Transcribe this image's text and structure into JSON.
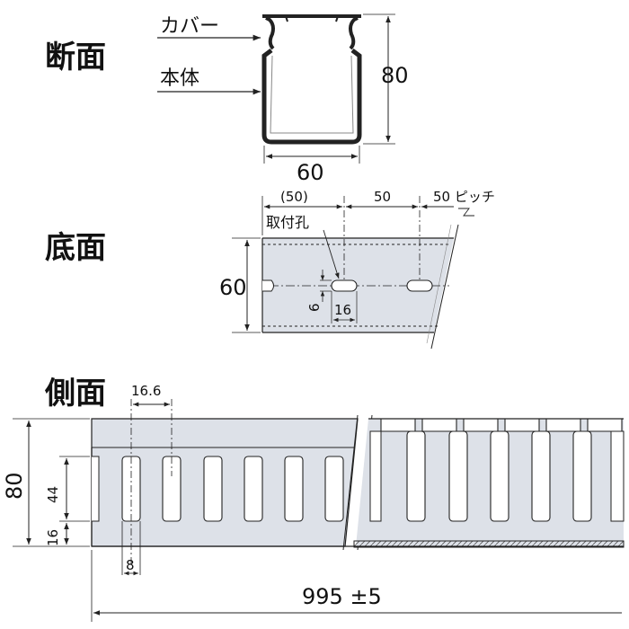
{
  "sections": {
    "cross": "断面",
    "bottom": "底面",
    "side": "側面"
  },
  "cross_section": {
    "cover_label": "カバー",
    "body_label": "本体",
    "height": "80",
    "width": "60"
  },
  "bottom_view": {
    "dim_first": "(50)",
    "dim_second": "50",
    "pitch": "50 ピッチ",
    "hole_label": "取付孔",
    "width": "60",
    "slot_height": "6",
    "slot_length": "16"
  },
  "side_view": {
    "slot_pitch": "16.6",
    "height": "80",
    "slot_len": "44",
    "base_h": "16",
    "slot_width": "8",
    "length": "995 ±5"
  },
  "colors": {
    "fill": "#dde1e8",
    "line": "#222222"
  }
}
